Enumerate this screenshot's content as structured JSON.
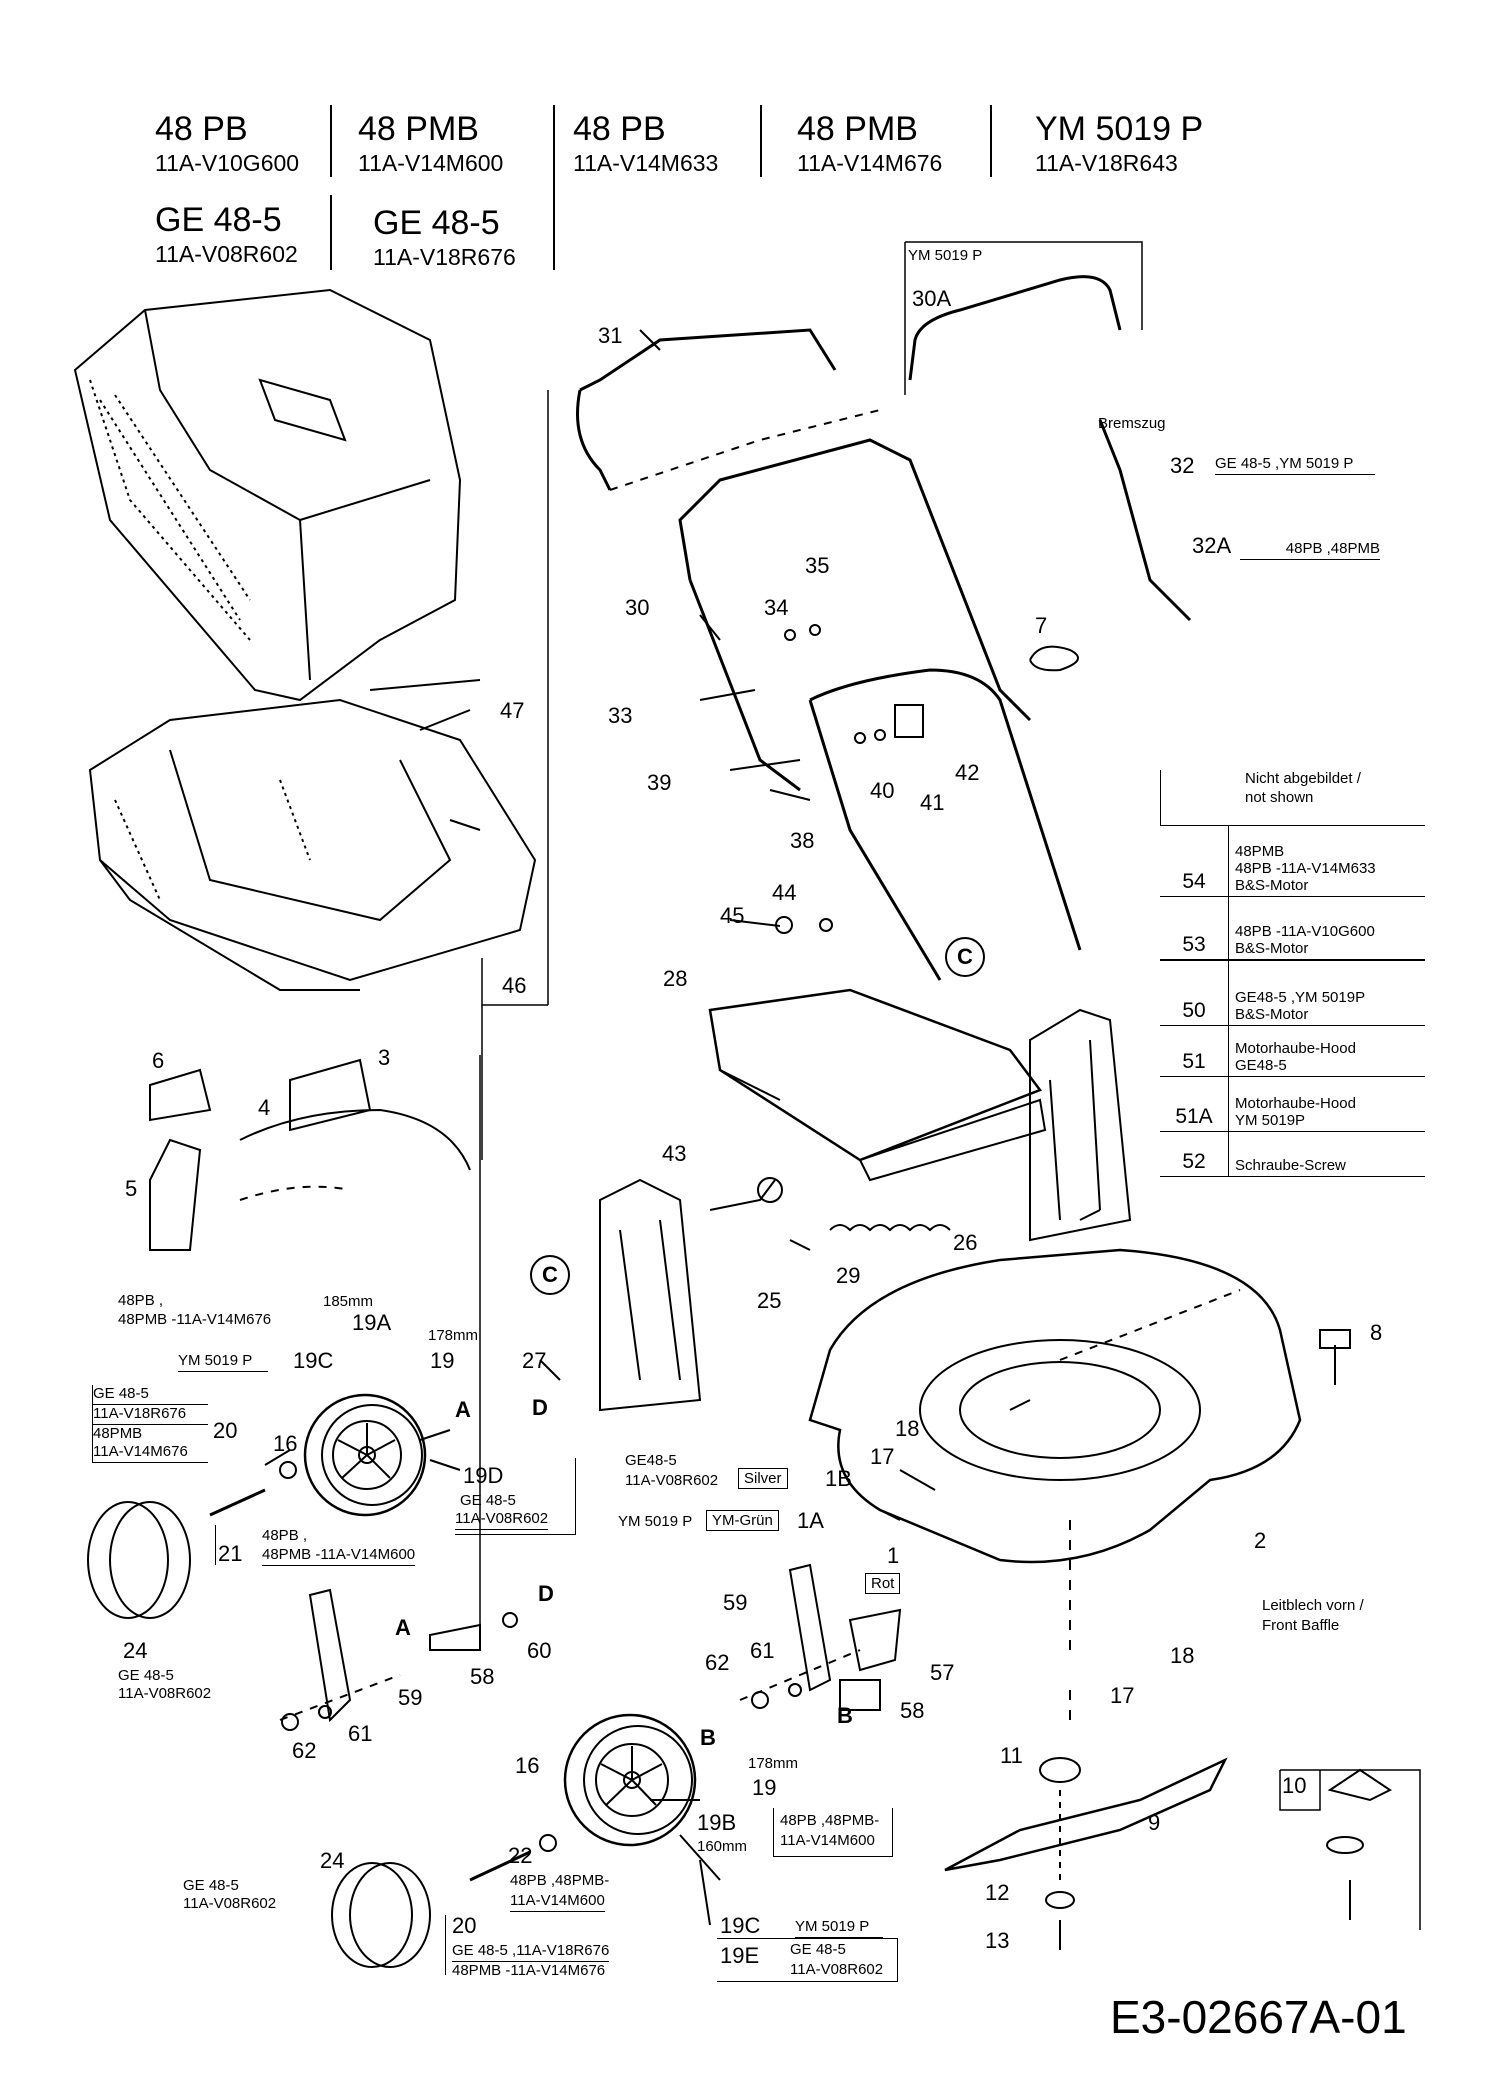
{
  "header": {
    "models": [
      {
        "name": "48 PB",
        "code": "11A-V10G600"
      },
      {
        "name": "48 PMB",
        "code": "11A-V14M600"
      },
      {
        "name": "48 PB",
        "code": "11A-V14M633"
      },
      {
        "name": "48 PMB",
        "code": "11A-V14M676"
      },
      {
        "name": "YM 5019 P",
        "code": "11A-V18R643"
      },
      {
        "name": "GE 48-5",
        "code": "11A-V08R602"
      },
      {
        "name": "GE 48-5",
        "code": "11A-V18R676"
      }
    ]
  },
  "inset_handle": {
    "title": "YM 5019 P",
    "part": "30A"
  },
  "brake": {
    "cable_label": "Bremszug",
    "p32": "32",
    "p32_models": "GE 48-5 ,YM 5019 P",
    "p32a": "32A",
    "p32a_models": "48PB ,48PMB"
  },
  "parts": {
    "p3": "3",
    "p4": "4",
    "p5": "5",
    "p6": "6",
    "p7": "7",
    "p8": "8",
    "p9": "9",
    "p10": "10",
    "p11": "11",
    "p12": "12",
    "p13": "13",
    "p16a": "16",
    "p16b": "16",
    "p17a": "17",
    "p17b": "17",
    "p18a": "18",
    "p18b": "18",
    "p2": "2",
    "p1": "1",
    "p1a": "1A",
    "p1b": "1B",
    "p19a": "19",
    "p19b": "19",
    "p19A": "19A",
    "p19C": "19C",
    "p19D": "19D",
    "p19B": "19B",
    "p19Cb": "19C",
    "p19E": "19E",
    "p20a": "20",
    "p20b": "20",
    "p21": "21",
    "p22": "22",
    "p24a": "24",
    "p24b": "24",
    "p25": "25",
    "p26": "26",
    "p27": "27",
    "p28": "28",
    "p29": "29",
    "p30": "30",
    "p31": "31",
    "p33": "33",
    "p34": "34",
    "p35": "35",
    "p38": "38",
    "p39": "39",
    "p40": "40",
    "p41": "41",
    "p42": "42",
    "p43": "43",
    "p44": "44",
    "p45": "45",
    "p46": "46",
    "p47": "47",
    "p57": "57",
    "p58a": "58",
    "p58b": "58",
    "p59a": "59",
    "p59b": "59",
    "p60": "60",
    "p61a": "61",
    "p61b": "61",
    "p62a": "62",
    "p62b": "62"
  },
  "notes": {
    "wheel_185_models": "48PB ,\n48PMB -11A-V14M676",
    "size_185": "185mm",
    "size_178a": "178mm",
    "size_178b": "178mm",
    "size_160": "160mm",
    "ym5019p_a": "YM 5019 P",
    "ym5019p_b": "YM 5019 P",
    "ge_box_l1": "GE 48-5",
    "ge_box_l2": "11A-V18R676",
    "ge_box_l3": "48PMB",
    "ge_box_l4": "11A-V14M676",
    "p19d_models_1": "GE 48-5",
    "p19d_models_2": "11A-V08R602",
    "p21_models_1": "48PB ,",
    "p21_models_2": "48PMB -11A-V14M600",
    "p24a_models_1": "GE 48-5",
    "p24a_models_2": "11A-V08R602",
    "p24b_models_1": "GE 48-5",
    "p24b_models_2": "11A-V08R602",
    "p22_models_1": "48PB ,48PMB-",
    "p22_models_2": "11A-V14M600",
    "p20b_models_1": "GE 48-5 ,11A-V18R676",
    "p20b_models_2": "48PMB -11A-V14M676",
    "p19b_models_1": "48PB ,48PMB-",
    "p19b_models_2": "11A-V14M600",
    "p19e_models_1": "GE 48-5",
    "p19e_models_2": "11A-V08R602",
    "deck_ge": "GE48-5",
    "deck_ge_code": "11A-V08R602",
    "silver": "Silver",
    "deck_ym": "YM 5019 P",
    "ym_gruen": "YM-Grün",
    "rot": "Rot",
    "baffle_1": "Leitblech vorn /",
    "baffle_2": "Front Baffle",
    "ref_A": "A",
    "ref_B": "B",
    "ref_C": "C",
    "ref_D": "D"
  },
  "legend": {
    "header": "Nicht abgebildet /\nnot shown",
    "rows": [
      {
        "num": "54",
        "text": "48PMB\n48PB -11A-V14M633\nB&S-Motor"
      },
      {
        "num": "53",
        "text": "48PB -11A-V10G600\nB&S-Motor"
      },
      {
        "num": "50",
        "text": "GE48-5 ,YM 5019P\nB&S-Motor"
      },
      {
        "num": "51",
        "text": "Motorhaube-Hood\nGE48-5"
      },
      {
        "num": "51A",
        "text": "Motorhaube-Hood\nYM 5019P"
      },
      {
        "num": "52",
        "text": "Schraube-Screw"
      }
    ]
  },
  "doc_id": "E3-02667A-01"
}
